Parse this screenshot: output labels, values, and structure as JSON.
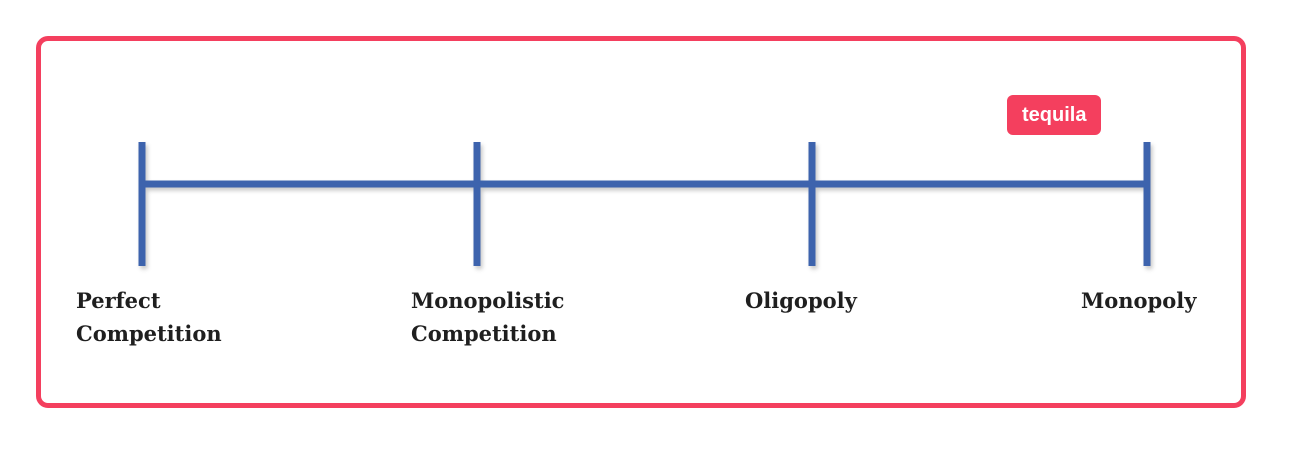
{
  "tag": {
    "label": "tequila"
  },
  "diagram": {
    "line_color": "#3c63ad",
    "frame_color": "#f43f5e",
    "stages": [
      {
        "line1": "Perfect",
        "line2": "Competition"
      },
      {
        "line1": "Monopolistic",
        "line2": "Competition"
      },
      {
        "line1": "Oligopoly",
        "line2": ""
      },
      {
        "line1": "Monopoly",
        "line2": ""
      }
    ]
  }
}
